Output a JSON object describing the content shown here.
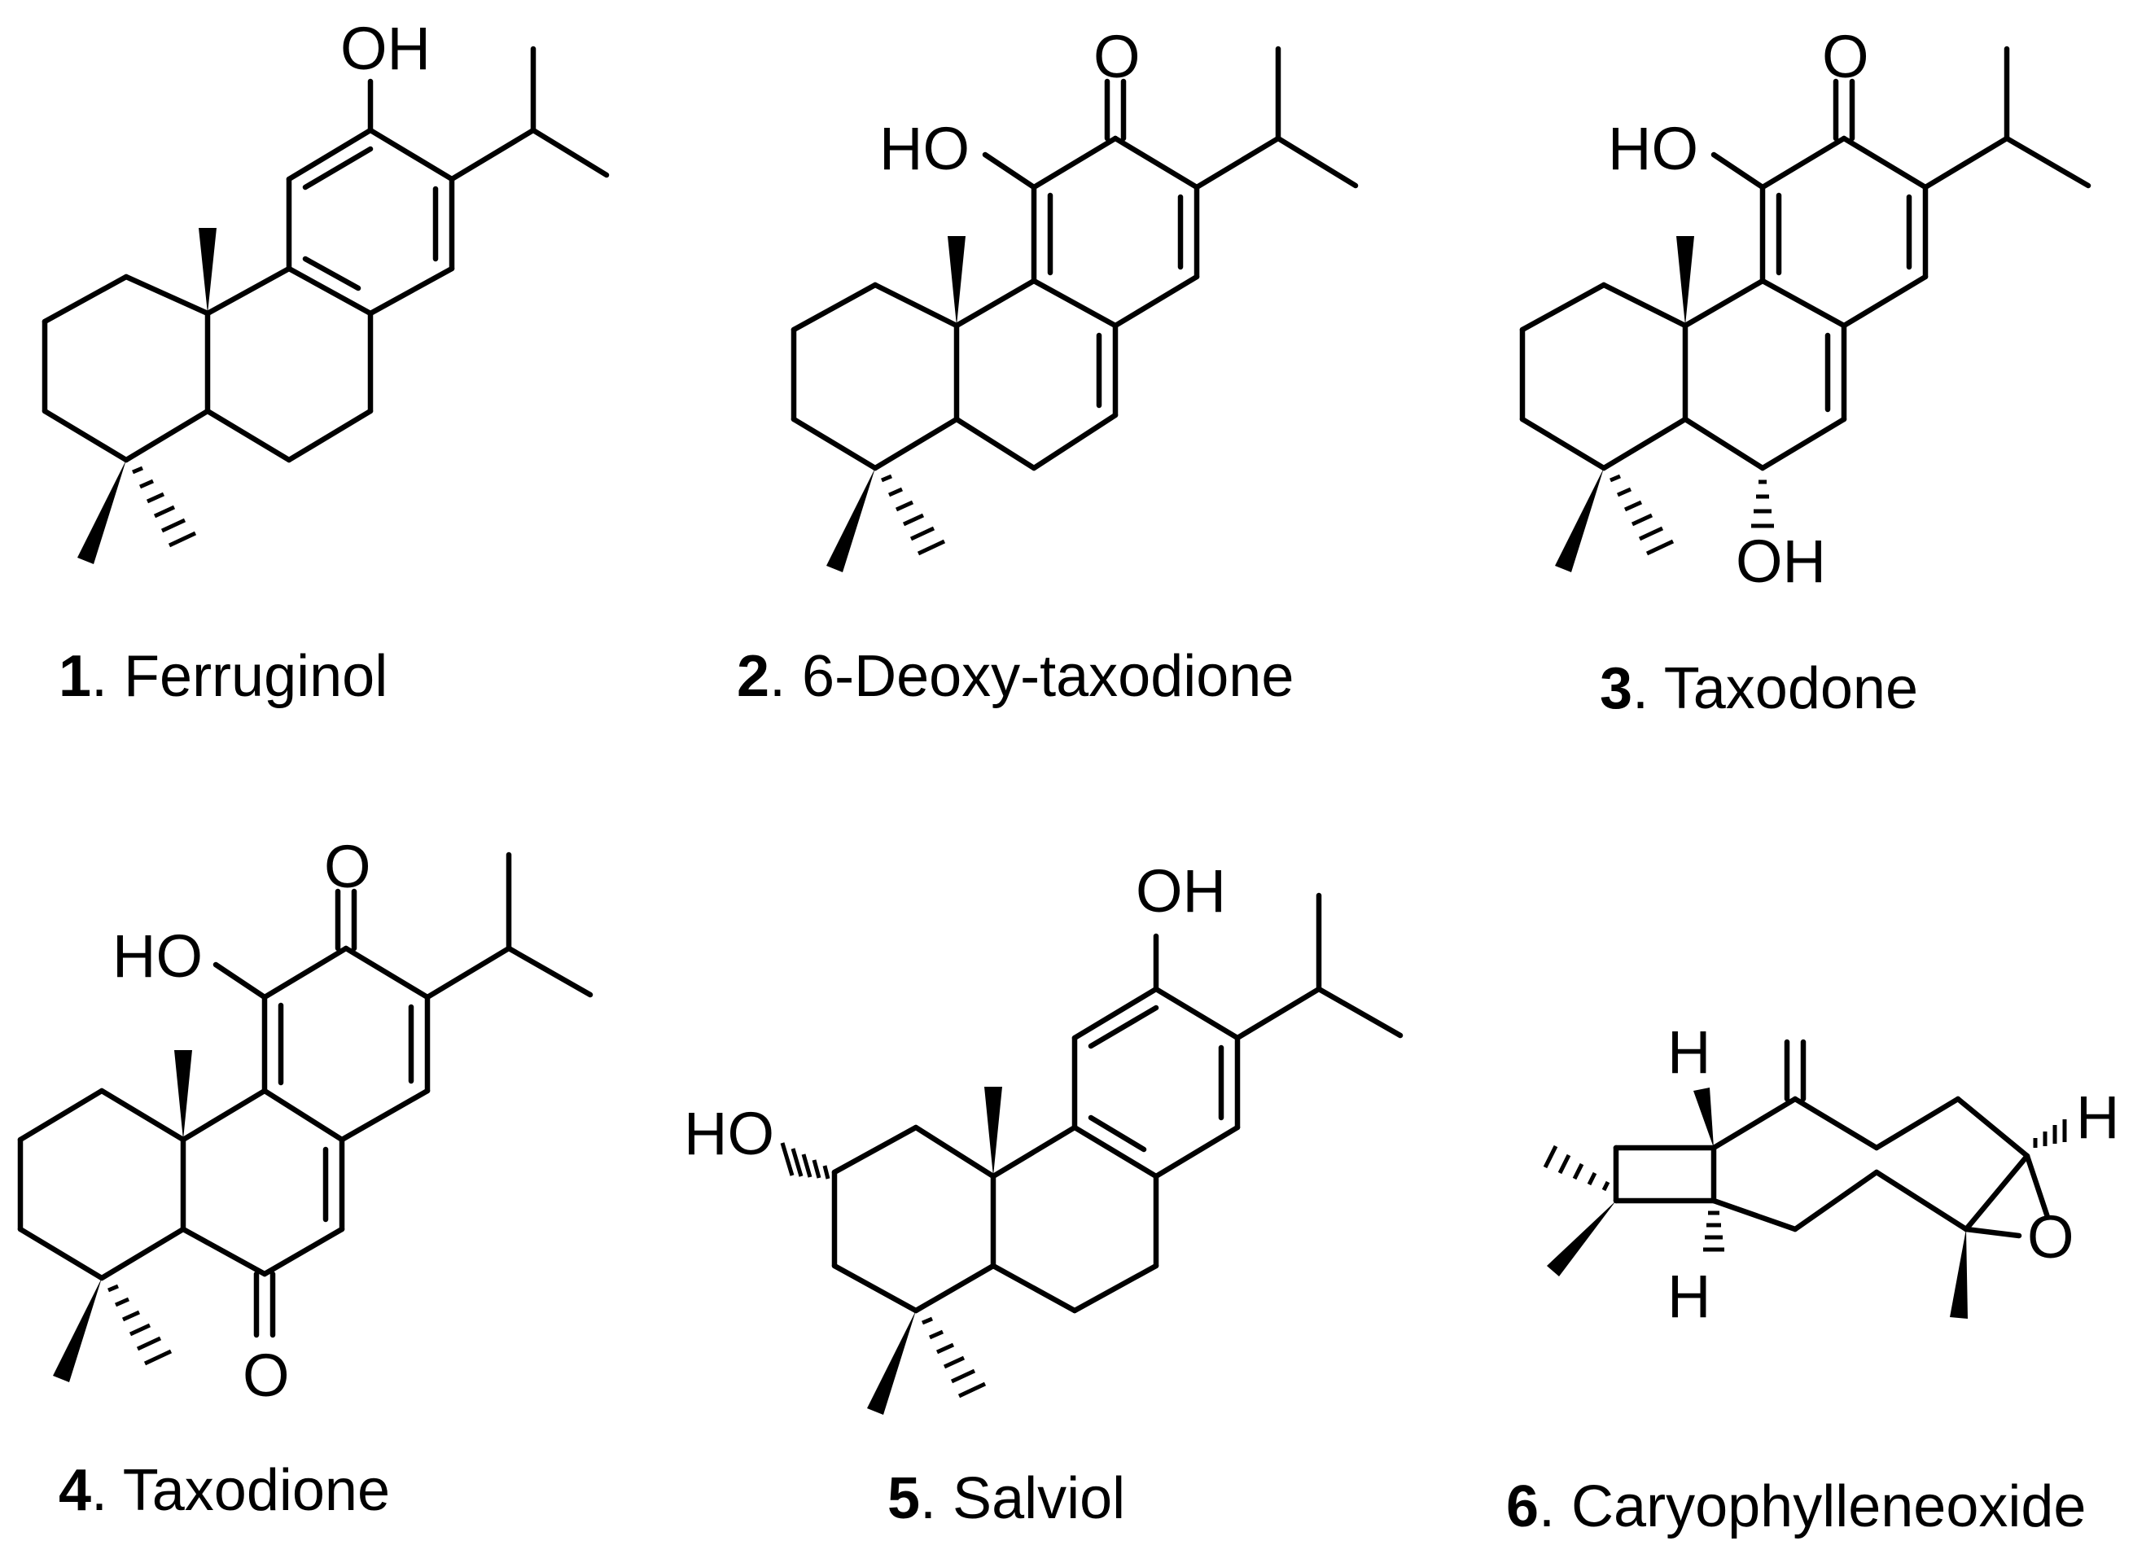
{
  "compounds": [
    {
      "number": "1",
      "name": ". Ferruginol",
      "labels": [
        "OH"
      ]
    },
    {
      "number": "2",
      "name": ". 6-Deoxy-taxodione",
      "labels": [
        "O",
        "HO"
      ]
    },
    {
      "number": "3",
      "name": ". Taxodone",
      "labels": [
        "O",
        "HO",
        "OH"
      ]
    },
    {
      "number": "4",
      "name": ". Taxodione",
      "labels": [
        "O",
        "HO",
        "O"
      ]
    },
    {
      "number": "5",
      "name": ". Salviol",
      "labels": [
        "OH",
        "HO"
      ]
    },
    {
      "number": "6",
      "name": ". Caryophylleneoxide",
      "labels": [
        "H",
        "H",
        "H",
        "O"
      ]
    }
  ]
}
